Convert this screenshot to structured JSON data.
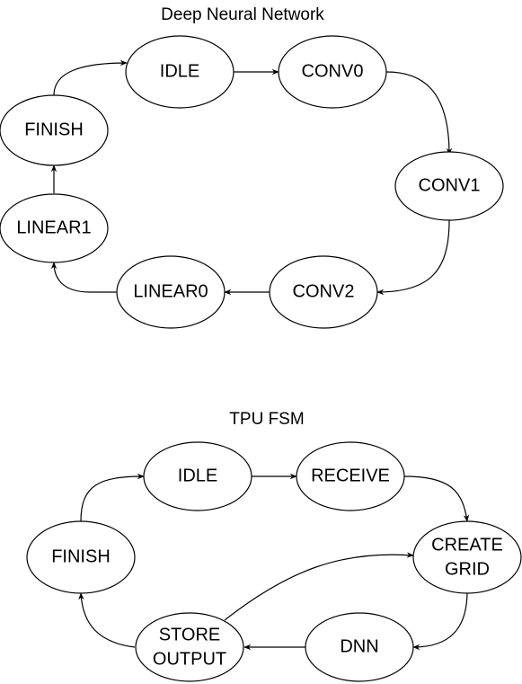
{
  "diagrams": [
    {
      "title": "Deep Neural Network",
      "states": [
        {
          "id": "idle",
          "lines": [
            "IDLE"
          ]
        },
        {
          "id": "conv0",
          "lines": [
            "CONV0"
          ]
        },
        {
          "id": "conv1",
          "lines": [
            "CONV1"
          ]
        },
        {
          "id": "conv2",
          "lines": [
            "CONV2"
          ]
        },
        {
          "id": "linear0",
          "lines": [
            "LINEAR0"
          ]
        },
        {
          "id": "linear1",
          "lines": [
            "LINEAR1"
          ]
        },
        {
          "id": "finish",
          "lines": [
            "FINISH"
          ]
        }
      ],
      "transitions": [
        {
          "from": "idle",
          "to": "conv0"
        },
        {
          "from": "conv0",
          "to": "conv1"
        },
        {
          "from": "conv1",
          "to": "conv2"
        },
        {
          "from": "conv2",
          "to": "linear0"
        },
        {
          "from": "linear0",
          "to": "linear1"
        },
        {
          "from": "linear1",
          "to": "finish"
        },
        {
          "from": "finish",
          "to": "idle"
        }
      ]
    },
    {
      "title": "TPU FSM",
      "states": [
        {
          "id": "idle",
          "lines": [
            "IDLE"
          ]
        },
        {
          "id": "receive",
          "lines": [
            "RECEIVE"
          ]
        },
        {
          "id": "create_grid",
          "lines": [
            "CREATE",
            "GRID"
          ]
        },
        {
          "id": "dnn",
          "lines": [
            "DNN"
          ]
        },
        {
          "id": "store_output",
          "lines": [
            "STORE",
            "OUTPUT"
          ]
        },
        {
          "id": "finish",
          "lines": [
            "FINISH"
          ]
        }
      ],
      "transitions": [
        {
          "from": "idle",
          "to": "receive"
        },
        {
          "from": "receive",
          "to": "create_grid"
        },
        {
          "from": "create_grid",
          "to": "dnn"
        },
        {
          "from": "dnn",
          "to": "store_output"
        },
        {
          "from": "store_output",
          "to": "create_grid"
        },
        {
          "from": "store_output",
          "to": "finish"
        },
        {
          "from": "finish",
          "to": "idle"
        }
      ]
    }
  ]
}
